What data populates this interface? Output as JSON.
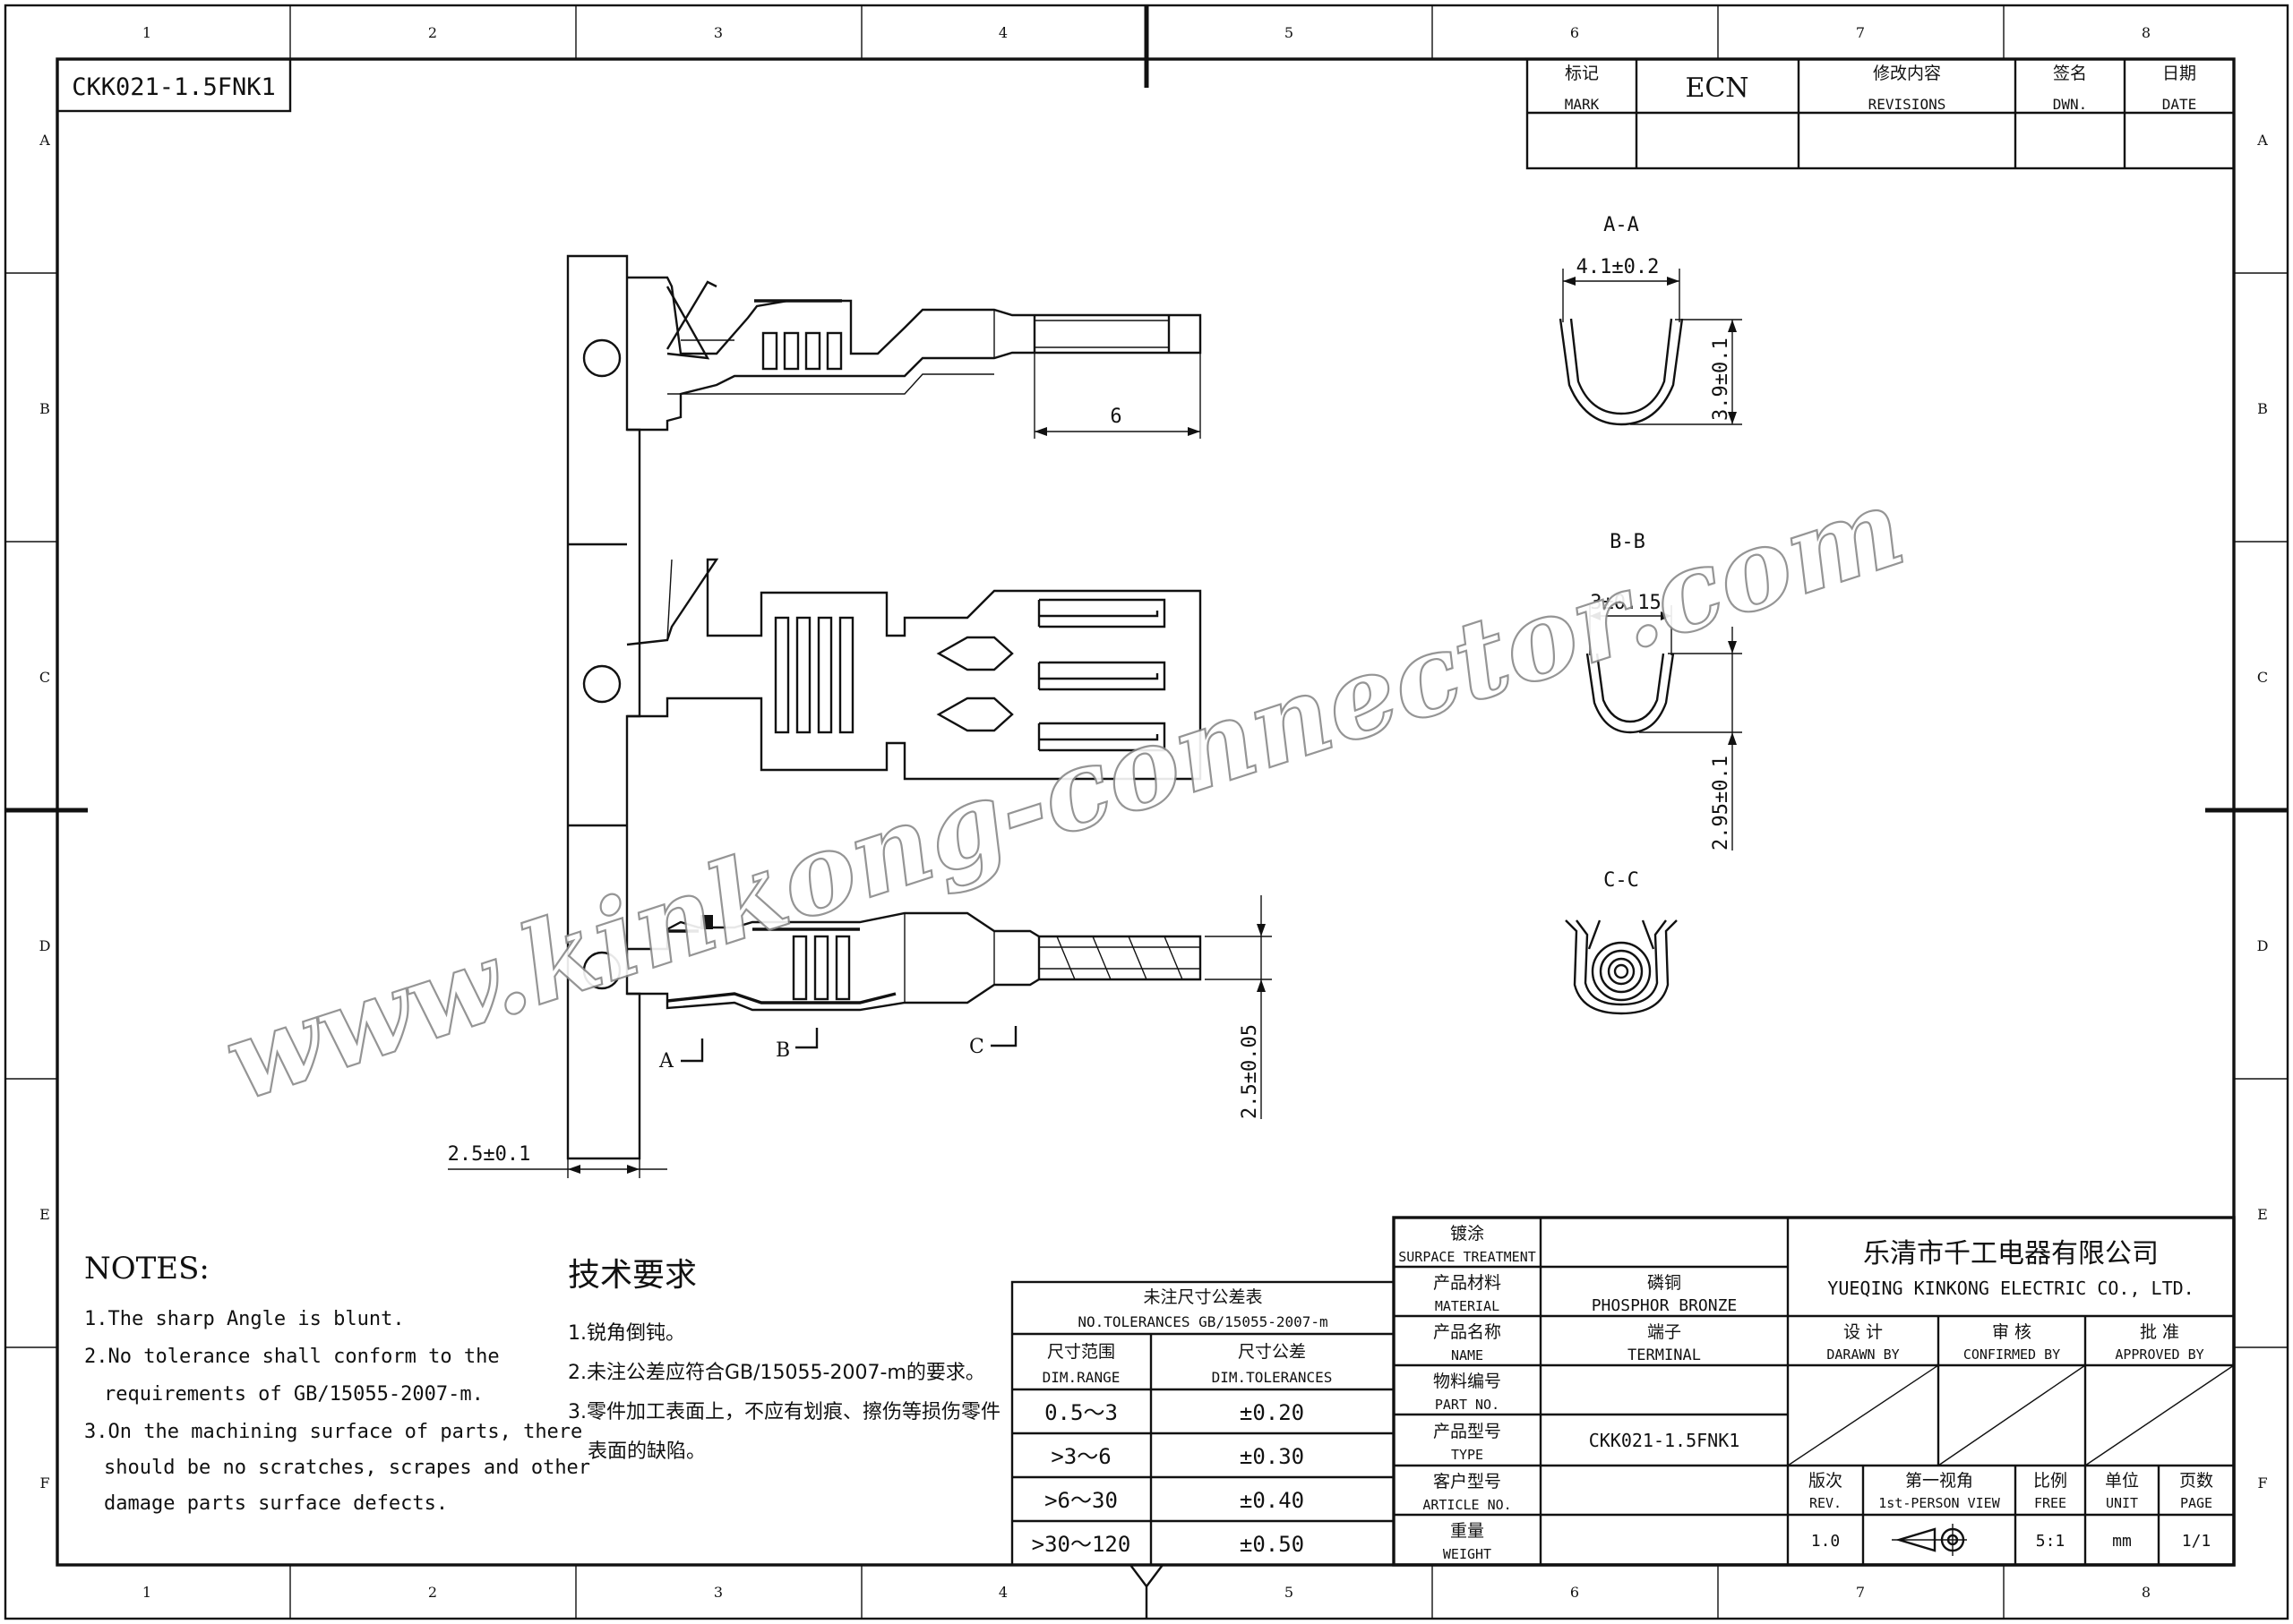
{
  "frame": {
    "columns": [
      "1",
      "2",
      "3",
      "4",
      "5",
      "6",
      "7",
      "8"
    ],
    "rows": [
      "A",
      "B",
      "C",
      "D",
      "E",
      "F"
    ]
  },
  "part_label": "CKK021-1.5FNK1",
  "revision_header": {
    "mark_cn": "标记",
    "mark_en": "MARK",
    "ecn": "ECN",
    "revisions_cn": "修改内容",
    "revisions_en": "REVISIONS",
    "dwn_cn": "签名",
    "dwn_en": "DWN.",
    "date_cn": "日期",
    "date_en": "DATE"
  },
  "sections": {
    "aa": "A-A",
    "aa_dim": "4.1±0.2",
    "aa_dim_v": "3.9±0.1",
    "bb": "B-B",
    "bb_dim": "3±0.15",
    "bb_dim_v": "2.95±0.1",
    "cc": "C-C"
  },
  "dims": {
    "length_6": "6",
    "pitch": "2.5±0.1",
    "height": "2.5±0.05",
    "cut_a": "A",
    "cut_b": "B",
    "cut_c": "C"
  },
  "watermark": "www.kinkong-connector.com",
  "notes_en": {
    "title": "NOTES:",
    "line1": "1.The sharp Angle is blunt.",
    "line2a": "2.No tolerance shall conform to the",
    "line2b": "requirements of GB/15055-2007-m.",
    "line3a": "3.On the machining surface of parts, there",
    "line3b": "should be no scratches, scrapes and other",
    "line3c": "damage parts surface defects."
  },
  "notes_cn": {
    "title": "技术要求",
    "line1": "1.锐角倒钝。",
    "line2": "2.未注公差应符合GB/15055-2007-m的要求。",
    "line3a": "3.零件加工表面上，不应有划痕、擦伤等损伤零件",
    "line3b": "表面的缺陷。"
  },
  "tolerance_table": {
    "title_cn": "未注尺寸公差表",
    "title_en": "NO.TOLERANCES GB/15055-2007-m",
    "col1_cn": "尺寸范围",
    "col1_en": "DIM.RANGE",
    "col2_cn": "尺寸公差",
    "col2_en": "DIM.TOLERANCES",
    "rows": [
      {
        "range": "0.5～3",
        "tol": "±0.20"
      },
      {
        "range": ">3～6",
        "tol": "±0.30"
      },
      {
        "range": ">6～30",
        "tol": "±0.40"
      },
      {
        "range": ">30～120",
        "tol": "±0.50"
      }
    ]
  },
  "title_block": {
    "surface_cn": "镀涂",
    "surface_en": "SURPACE TREATMENT",
    "surface_val": "",
    "material_cn": "产品材料",
    "material_en": "MATERIAL",
    "material_val_cn": "磷铜",
    "material_val_en": "PHOSPHOR BRONZE",
    "name_cn": "产品名称",
    "name_en": "NAME",
    "name_val_cn": "端子",
    "name_val_en": "TERMINAL",
    "partno_cn": "物料编号",
    "partno_en": "PART NO.",
    "partno_val": "",
    "type_cn": "产品型号",
    "type_en": "TYPE",
    "type_val": "CKK021-1.5FNK1",
    "article_cn": "客户型号",
    "article_en": "ARTICLE NO.",
    "article_val": "",
    "weight_cn": "重量",
    "weight_en": "WEIGHT",
    "weight_val": "",
    "company_cn": "乐清市千工电器有限公司",
    "company_en": "YUEQING KINKONG ELECTRIC CO., LTD.",
    "drawn_cn": "设 计",
    "drawn_en": "DARAWN BY",
    "confirmed_cn": "审 核",
    "confirmed_en": "CONFIRMED BY",
    "approved_cn": "批 准",
    "approved_en": "APPROVED BY",
    "rev_cn": "版次",
    "rev_en": "REV.",
    "rev_val": "1.0",
    "view_cn": "第一视角",
    "view_en": "1st-PERSON VIEW",
    "scale_cn": "比例",
    "scale_en": "FREE",
    "scale_val": "5:1",
    "unit_cn": "单位",
    "unit_en": "UNIT",
    "unit_val": "mm",
    "page_cn": "页数",
    "page_en": "PAGE",
    "page_val": "1/1"
  }
}
